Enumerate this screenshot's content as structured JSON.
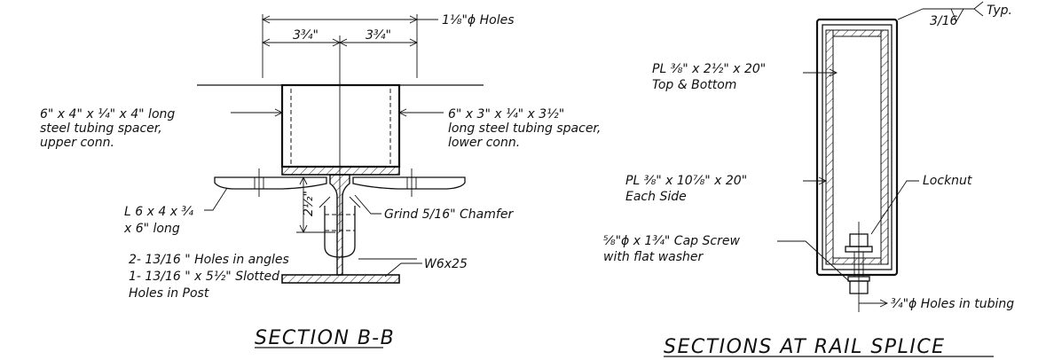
{
  "left_section": {
    "title": "SECTION B-B",
    "dim_left": "3¾\"",
    "dim_right": "3¾\"",
    "holes_label": "1⅛\"ϕ Holes",
    "upper_spacer": [
      "6\" x 4\" x ¼\" x 4\" long",
      "steel tubing spacer,",
      "upper conn."
    ],
    "lower_spacer": [
      "6\" x 3\" x ¼\" x 3½\"",
      "long steel tubing spacer,",
      "lower conn."
    ],
    "angle": [
      "L 6 x 4 x ¾",
      "x 6\" long"
    ],
    "vertical_dim": "2½\"",
    "chamfer": "Grind 5/16\" Chamfer",
    "holes_note": [
      "2- 13/16 \" Holes in angles",
      "1- 13/16 \" x 5½\" Slotted",
      "Holes in Post"
    ],
    "beam": "W6x25"
  },
  "right_section": {
    "title": "SECTIONS AT RAIL SPLICE",
    "top_plate": [
      "PL ⅜\" x 2½\" x 20\"",
      "Top & Bottom"
    ],
    "side_plate": [
      "PL ⅜\" x 10⅞\" x 20\"",
      "Each Side"
    ],
    "locknut": "Locknut",
    "cap_screw": [
      "⅝\"ϕ x 1¾\" Cap Screw",
      "with flat washer"
    ],
    "holes_tubing": "¾\"ϕ Holes in tubing",
    "weld_size": "3/16",
    "weld_note": "Typ."
  }
}
